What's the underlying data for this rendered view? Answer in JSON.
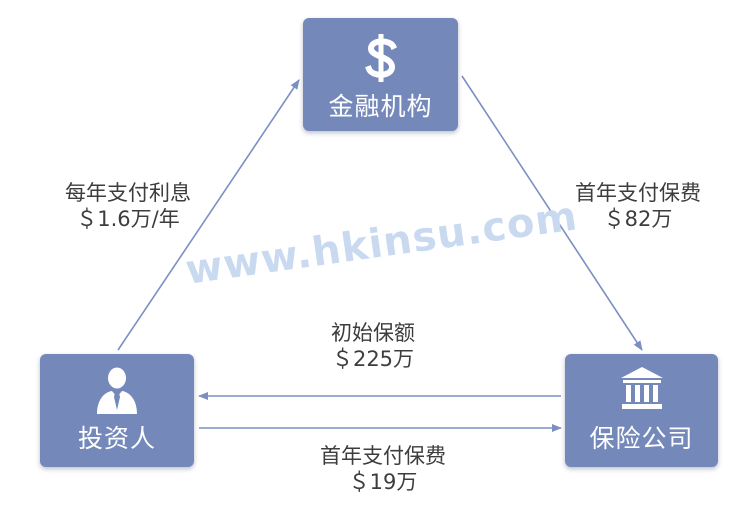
{
  "nodes": {
    "finance": {
      "label": "金融机构",
      "icon": "dollar-sign-icon"
    },
    "investor": {
      "label": "投资人",
      "icon": "person-icon"
    },
    "insurer": {
      "label": "保险公司",
      "icon": "bank-building-icon"
    }
  },
  "edges": {
    "investor_to_finance": {
      "line1": "每年支付利息",
      "line2": "＄1.6万/年"
    },
    "finance_to_insurer": {
      "line1": "首年支付保费",
      "line2": "＄82万"
    },
    "insurer_to_investor": {
      "line1": "初始保额",
      "line2": "＄225万"
    },
    "investor_to_insurer": {
      "line1": "首年支付保费",
      "line2": "＄19万"
    }
  },
  "watermark": "www.hkinsu.com",
  "colors": {
    "node_fill": "#7488ba",
    "arrow": "#7b8fc2",
    "text": "#3d3d3d",
    "watermark": "#c9daf0"
  }
}
